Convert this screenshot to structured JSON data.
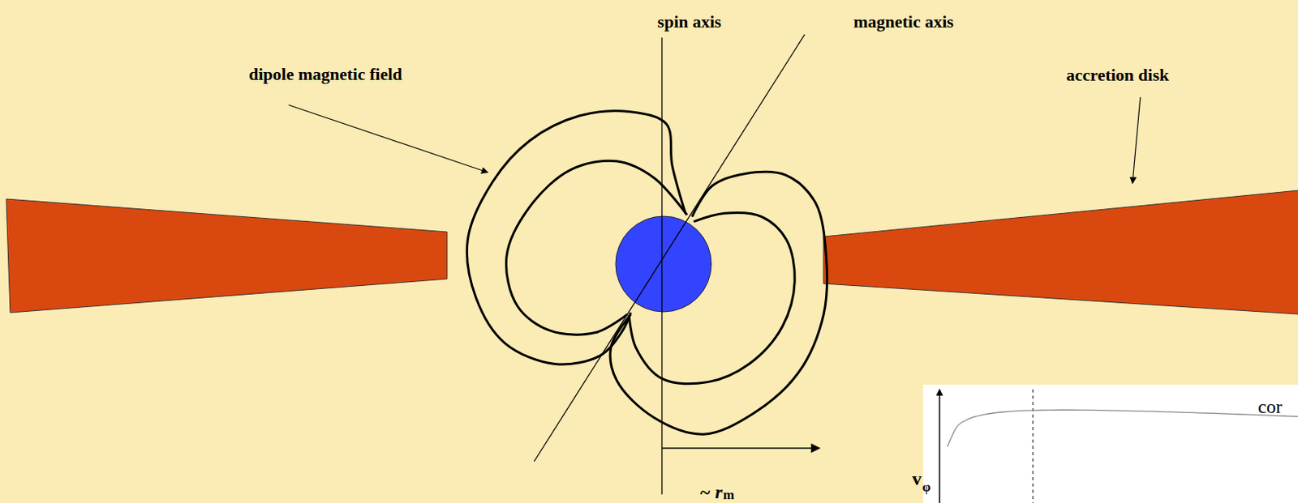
{
  "diagram": {
    "labels": [
      "spin axis",
      "magnetic axis",
      "dipole magnetic field",
      "accretion disk",
      "~ r",
      "m",
      "v",
      "φ",
      "cor"
    ]
  }
}
